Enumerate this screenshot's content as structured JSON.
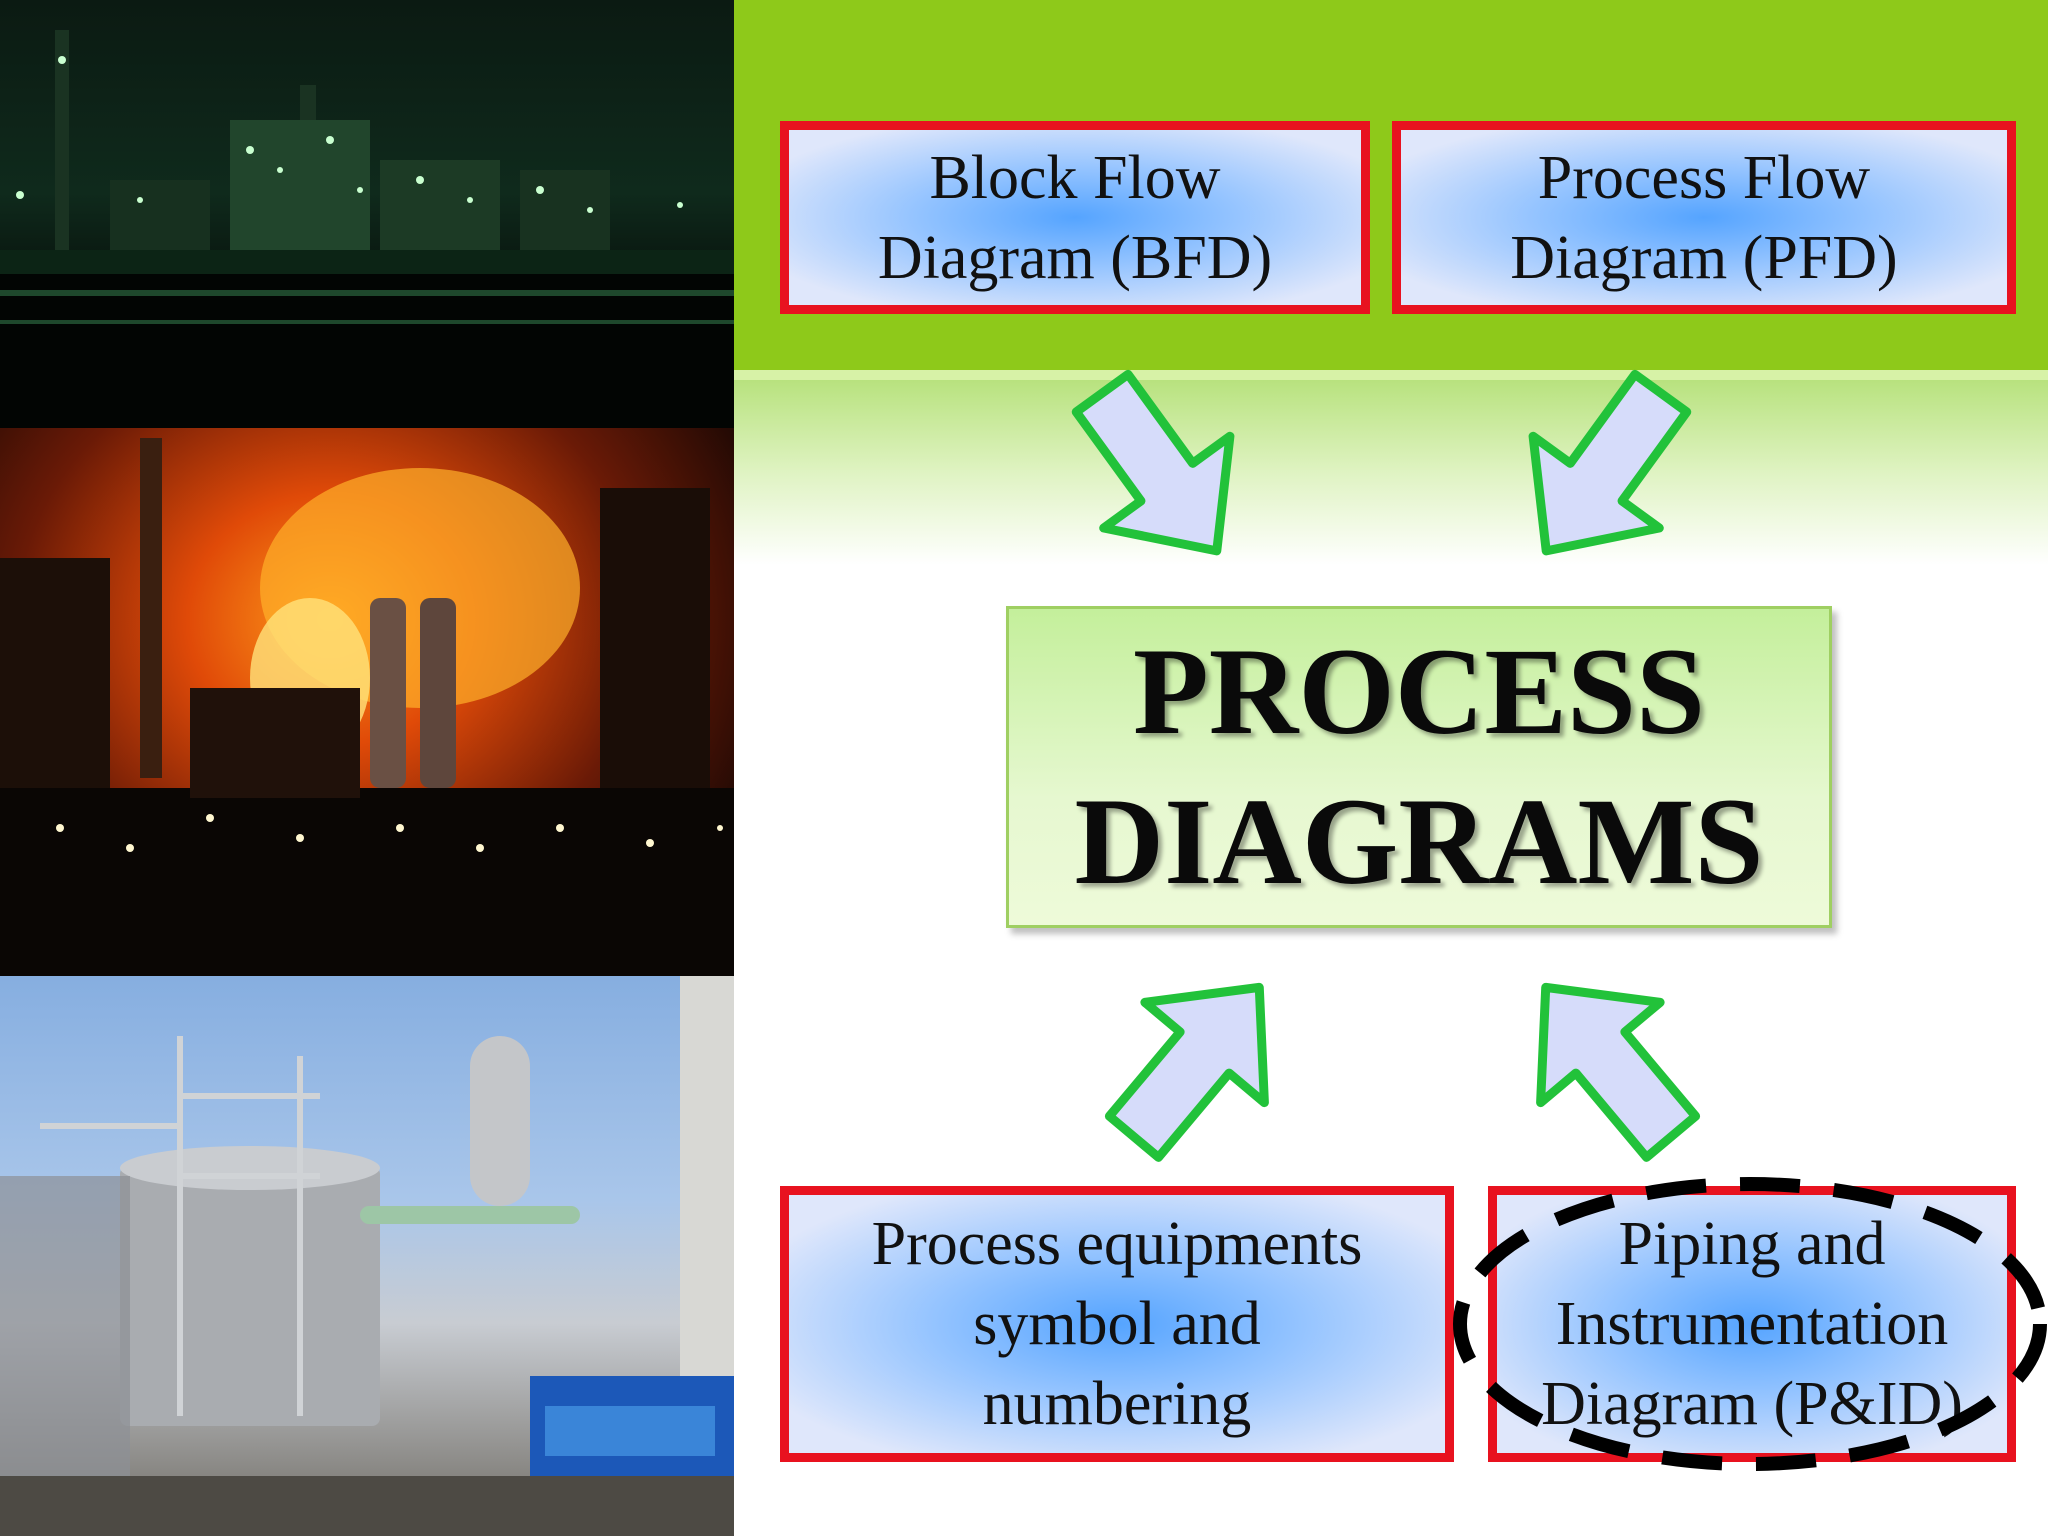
{
  "boxes": {
    "bfd": [
      "Block Flow",
      "Diagram (BFD)"
    ],
    "pfd": [
      "Process Flow",
      "Diagram (PFD)"
    ],
    "symbols": [
      "Process equipments",
      "symbol and",
      "numbering"
    ],
    "pid": [
      "Piping and",
      "Instrumentation",
      "Diagram (P&ID)"
    ]
  },
  "center": [
    "PROCESS",
    "DIAGRAMS"
  ],
  "colors": {
    "band": "#8ec91a",
    "box_border": "#e8121f",
    "arrow_fill": "#d6dcfa",
    "arrow_stroke": "#22c23a",
    "highlight": "#000000"
  }
}
